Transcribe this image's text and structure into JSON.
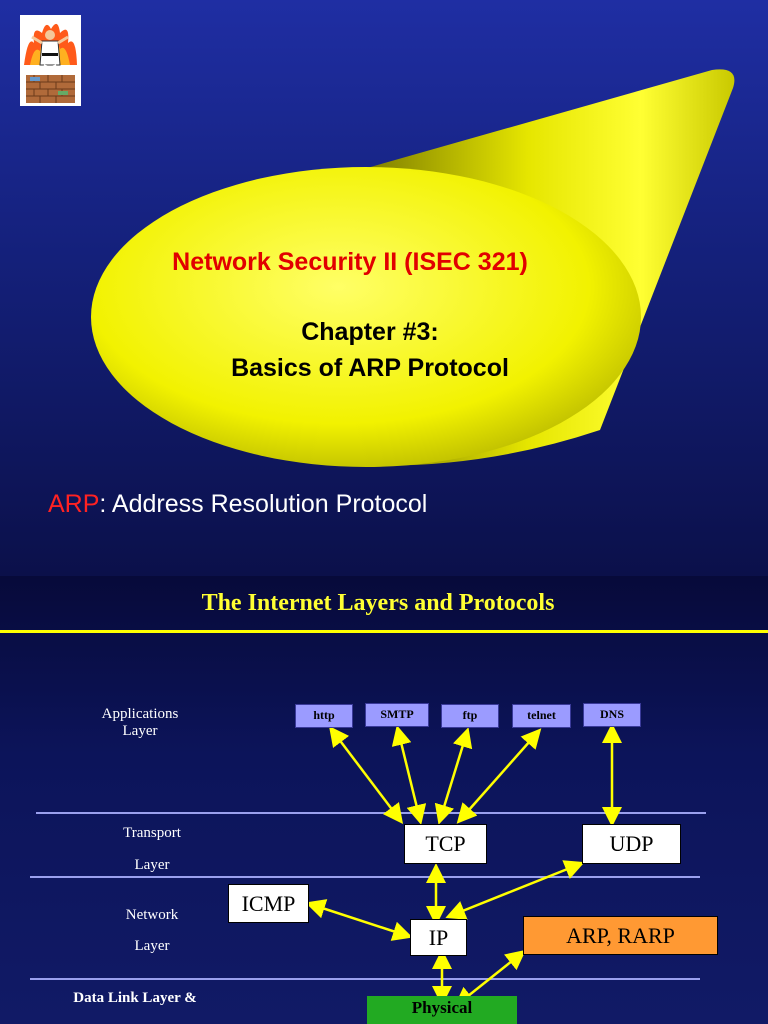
{
  "slide1": {
    "course_title": "Network Security II (ISEC 321)",
    "chapter": "Chapter #3:",
    "topic": "Basics of ARP Protocol",
    "arp_term": "ARP",
    "arp_definition": ": Address Resolution Protocol",
    "logo_icon": "karate-fighter-firewall-logo",
    "cone_color": "#ffff00"
  },
  "slide2": {
    "title": "The Internet Layers and Protocols",
    "layers": {
      "applications_1": "Applications",
      "applications_2": "Layer",
      "transport_1": "Transport",
      "transport_2": "Layer",
      "network_1": "Network",
      "network_2": "Layer",
      "datalink": "Data Link Layer &"
    },
    "app_protocols": [
      "http",
      "SMTP",
      "ftp",
      "telnet",
      "DNS"
    ],
    "tcp": "TCP",
    "udp": "UDP",
    "icmp": "ICMP",
    "ip": "IP",
    "arp_rarp": "ARP, RARP",
    "physical": "Physical",
    "colors": {
      "title": "#ffff33",
      "arrow": "#ffff00",
      "app_box": "#9b9bff",
      "arp_box": "#ff9933",
      "physical_box": "#22aa22"
    }
  }
}
